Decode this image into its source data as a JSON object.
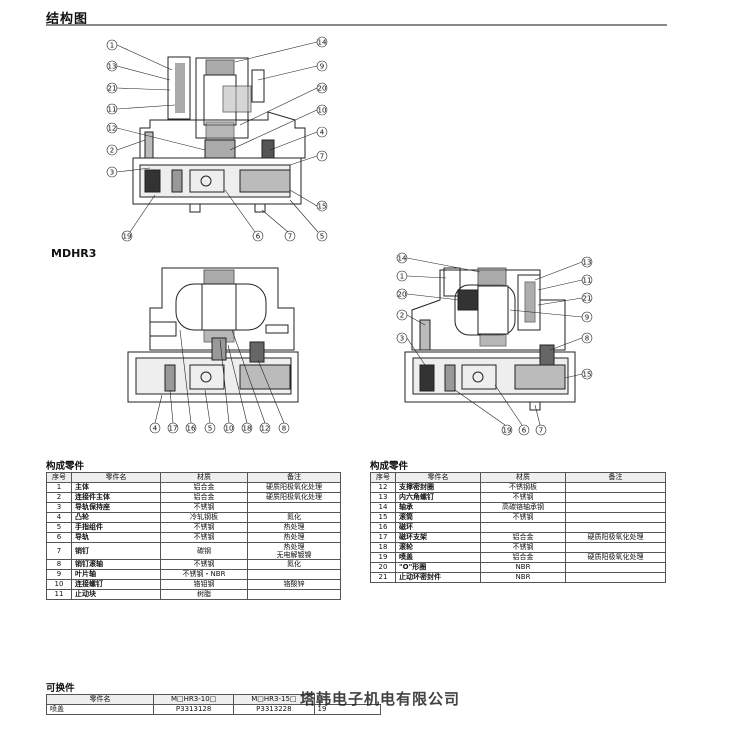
{
  "page_title": "结构图",
  "model_label": "MDHR3",
  "parts_heading": "构成零件",
  "parts_columns": [
    "序号",
    "零件名",
    "材质",
    "备注"
  ],
  "parts_left": [
    {
      "no": "1",
      "name": "主体",
      "material": "铝合金",
      "note": "硬质阳极氧化处理"
    },
    {
      "no": "2",
      "name": "连接件主体",
      "material": "铝合金",
      "note": "硬质阳极氧化处理"
    },
    {
      "no": "3",
      "name": "导轨保持座",
      "material": "不锈钢",
      "note": ""
    },
    {
      "no": "4",
      "name": "凸轮",
      "material": "冷轧钢板",
      "note": "氮化"
    },
    {
      "no": "5",
      "name": "手指组件",
      "material": "不锈钢",
      "note": "热处理"
    },
    {
      "no": "6",
      "name": "导轨",
      "material": "不锈钢",
      "note": "热处理"
    },
    {
      "no": "7",
      "name": "销钉",
      "material": "碳钢",
      "note": "热处理\n无电解镀镍"
    },
    {
      "no": "8",
      "name": "销钉滚轴",
      "material": "不锈钢",
      "note": "氮化"
    },
    {
      "no": "9",
      "name": "叶片轴",
      "material": "不锈钢・NBR",
      "note": ""
    },
    {
      "no": "10",
      "name": "连接螺钉",
      "material": "铬钼钢",
      "note": "铬酸锌"
    },
    {
      "no": "11",
      "name": "止动块",
      "material": "树脂",
      "note": ""
    }
  ],
  "parts_right": [
    {
      "no": "12",
      "name": "支撑密封圈",
      "material": "不锈钢板",
      "note": ""
    },
    {
      "no": "13",
      "name": "内六角螺钉",
      "material": "不锈钢",
      "note": ""
    },
    {
      "no": "14",
      "name": "轴承",
      "material": "高碳铬轴承钢",
      "note": ""
    },
    {
      "no": "15",
      "name": "滚筒",
      "material": "不锈钢",
      "note": ""
    },
    {
      "no": "16",
      "name": "磁环",
      "material": "",
      "note": ""
    },
    {
      "no": "17",
      "name": "磁环支架",
      "material": "铝合金",
      "note": "硬质阳极氧化处理"
    },
    {
      "no": "18",
      "name": "滚轮",
      "material": "不锈钢",
      "note": ""
    },
    {
      "no": "19",
      "name": "喷盖",
      "material": "铝合金",
      "note": "硬质阳极氧化处理"
    },
    {
      "no": "20",
      "name": "\"O\"形圈",
      "material": "NBR",
      "note": ""
    },
    {
      "no": "21",
      "name": "止动环密封件",
      "material": "NBR",
      "note": ""
    }
  ],
  "replace_heading": "可换件",
  "replace_columns": [
    "零件名",
    "M□HR3-10□",
    "M□HR3-15□"
  ],
  "replace_row": {
    "name": "喷盖",
    "a": "P3313128",
    "b": "P3313228",
    "no": "19"
  },
  "watermark": "塔韩电子机电有限公司",
  "callouts_top": [
    "1",
    "13",
    "21",
    "11",
    "12",
    "2",
    "3",
    "19",
    "14",
    "9",
    "20",
    "10",
    "4",
    "7",
    "15",
    "6",
    "7",
    "5"
  ],
  "callouts_left_bottom": [
    "4",
    "17",
    "16",
    "5",
    "10",
    "18",
    "12",
    "8"
  ],
  "callouts_right_bottom": [
    "14",
    "1",
    "20",
    "2",
    "3",
    "13",
    "11",
    "21",
    "9",
    "8",
    "15",
    "19",
    "6",
    "7"
  ]
}
